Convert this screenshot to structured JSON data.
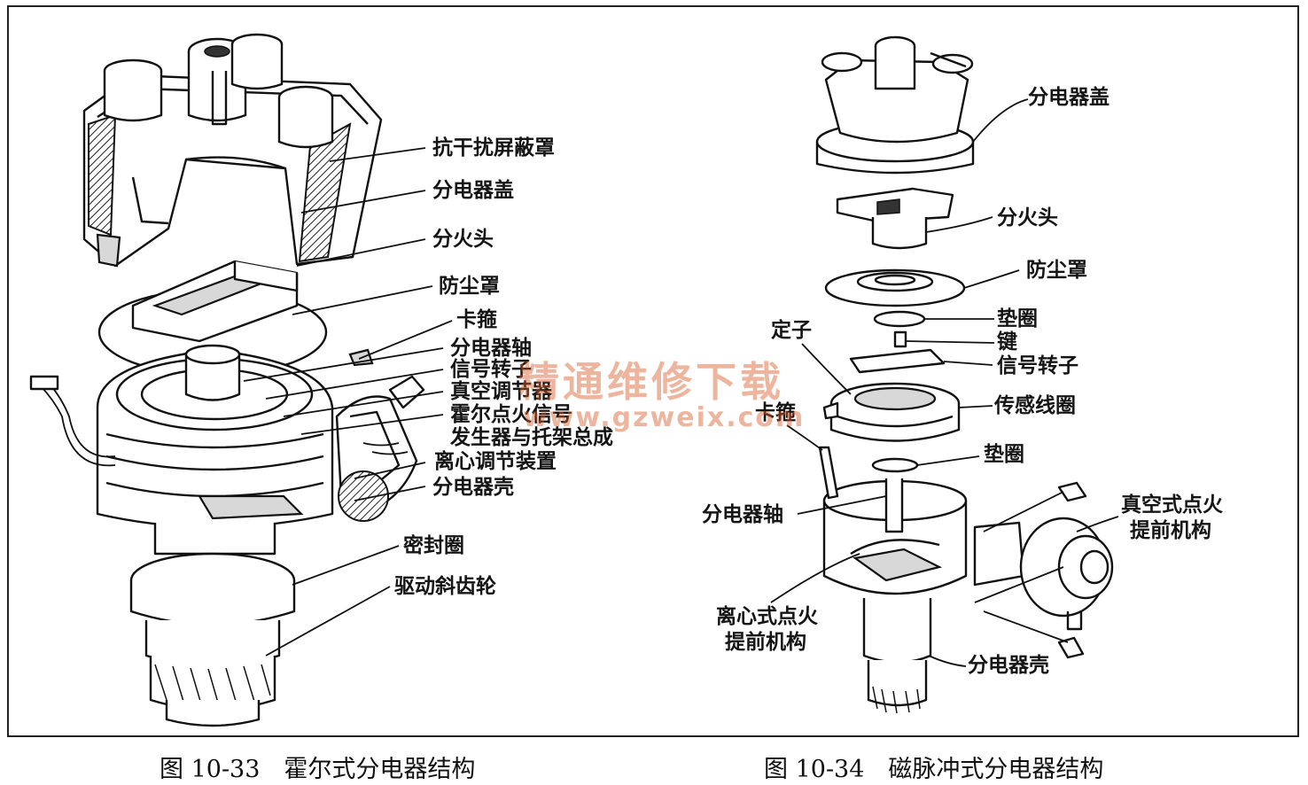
{
  "left_figure": {
    "caption": "图 10-33　霍尔式分电器结构",
    "labels": {
      "shield": "抗干扰屏蔽罩",
      "cap": "分电器盖",
      "rotor": "分火头",
      "dust_cover": "防尘罩",
      "clip": "卡箍",
      "shaft": "分电器轴",
      "signal_rotor": "信号转子",
      "vacuum_adjuster": "真空调节器",
      "hall_generator_line1": "霍尔点火信号",
      "hall_generator_line2": "发生器与托架总成",
      "centrifugal_device": "离心调节装置",
      "housing": "分电器壳",
      "seal_ring": "密封圈",
      "drive_gear": "驱动斜齿轮"
    }
  },
  "right_figure": {
    "caption": "图 10-34　磁脉冲式分电器结构",
    "labels": {
      "cap": "分电器盖",
      "rotor": "分火头",
      "dust_cover": "防尘罩",
      "washer_top": "垫圈",
      "key": "键",
      "stator": "定子",
      "signal_rotor": "信号转子",
      "clip": "卡箍",
      "sensor_coil": "传感线圈",
      "washer_bottom": "垫圈",
      "shaft": "分电器轴",
      "vacuum_advance_line1": "真空式点火",
      "vacuum_advance_line2": "提前机构",
      "centrifugal_advance_line1": "离心式点火",
      "centrifugal_advance_line2": "提前机构",
      "housing": "分电器壳"
    }
  },
  "watermark": {
    "line1": "精通维修下载",
    "line2": "www.gzweix.com"
  }
}
